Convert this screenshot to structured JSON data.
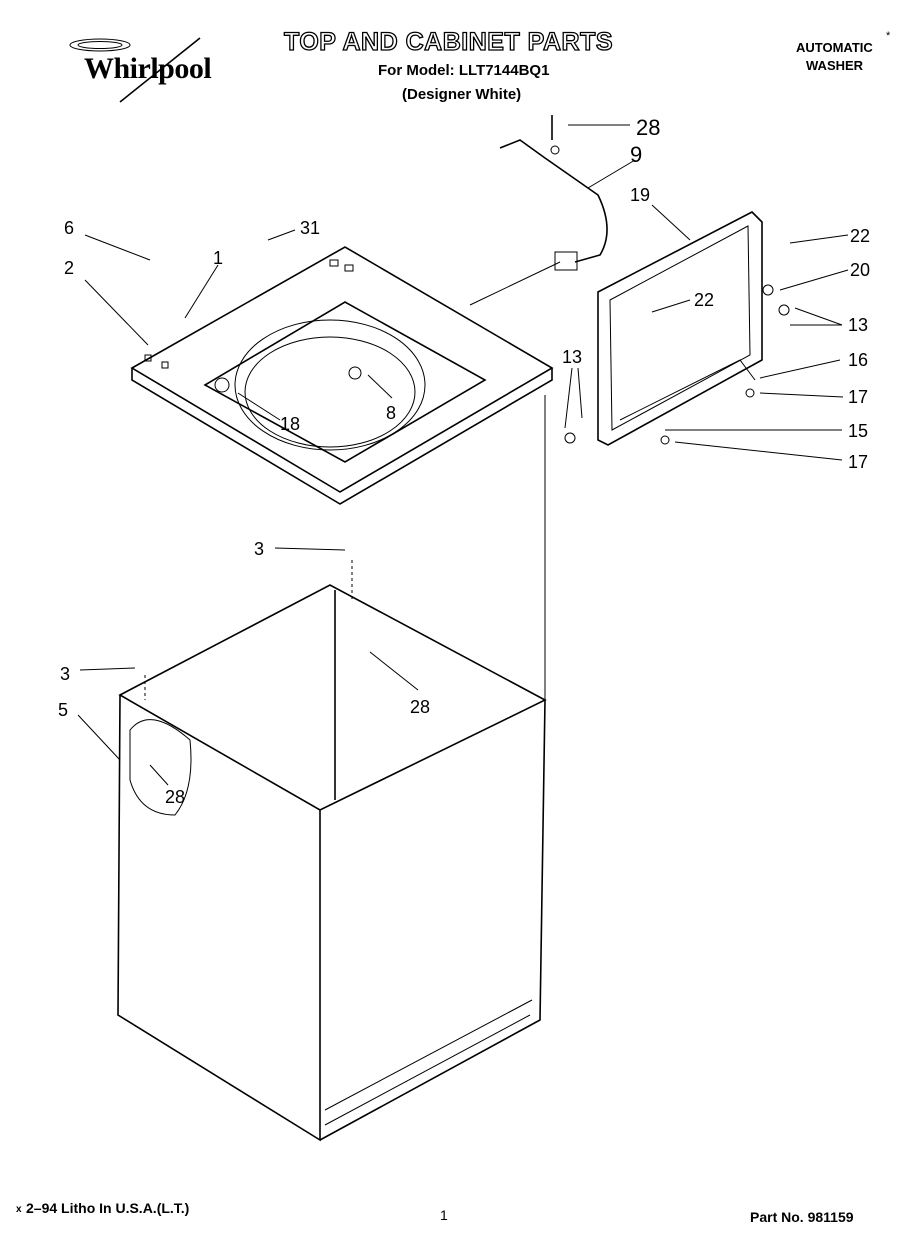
{
  "header": {
    "brand": "Whirlpool",
    "title": "TOP AND CABINET PARTS",
    "model_line": "For Model: LLT7144BQ1",
    "finish_line": "(Designer White)",
    "appliance_type_line1": "AUTOMATIC",
    "appliance_type_line2": "WASHER"
  },
  "callouts": [
    "28",
    "9",
    "19",
    "22",
    "20",
    "22",
    "13",
    "16",
    "17",
    "15",
    "17",
    "13",
    "6",
    "31",
    "1",
    "2",
    "18",
    "8",
    "3",
    "3",
    "28",
    "5",
    "28"
  ],
  "footer": {
    "litho": "2–94 Litho In U.S.A.(L.T.)",
    "page_number": "1",
    "part_number": "Part No. 981159"
  }
}
